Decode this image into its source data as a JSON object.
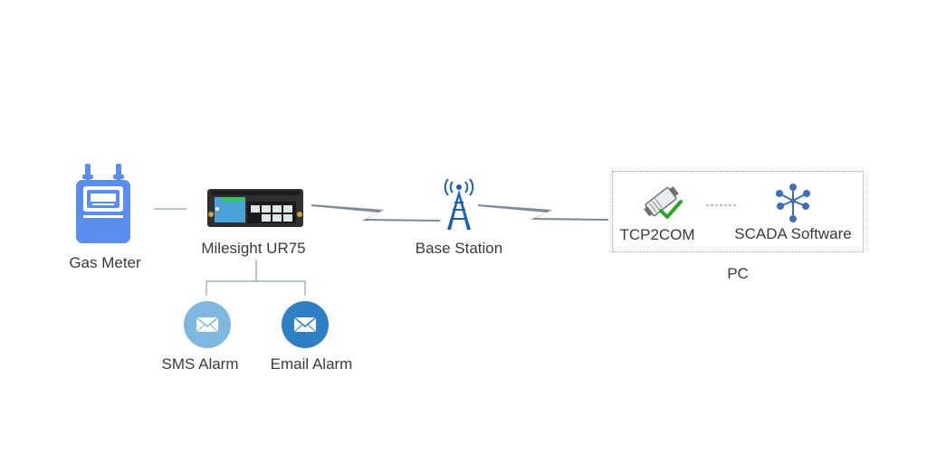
{
  "nodes": {
    "gas_meter": {
      "label": "Gas Meter",
      "icon": "gas-meter-icon",
      "color": "#5b8def"
    },
    "router": {
      "label": "Milesight UR75",
      "icon": "router-icon",
      "color": "#2f2f2f",
      "accent": "#4aa3d8"
    },
    "sms_alarm": {
      "label": "SMS Alarm",
      "icon": "envelope-icon",
      "color": "#7fb8de"
    },
    "email_alarm": {
      "label": "Email Alarm",
      "icon": "envelope-icon",
      "color": "#2f7fc4"
    },
    "base_station": {
      "label": "Base Station",
      "icon": "cell-tower-icon",
      "color": "#1f5fb0"
    },
    "tcp2com": {
      "label": "TCP2COM",
      "icon": "serial-adapter-check-icon",
      "check_color": "#2aa52a"
    },
    "scada": {
      "label": "SCADA Software",
      "icon": "network-node-icon",
      "color": "#3f6fb5"
    },
    "pc": {
      "label": "PC"
    }
  },
  "colors": {
    "line": "#8aa0b0",
    "wireless_link": "#7e8a96",
    "text": "#3a3a3a"
  }
}
